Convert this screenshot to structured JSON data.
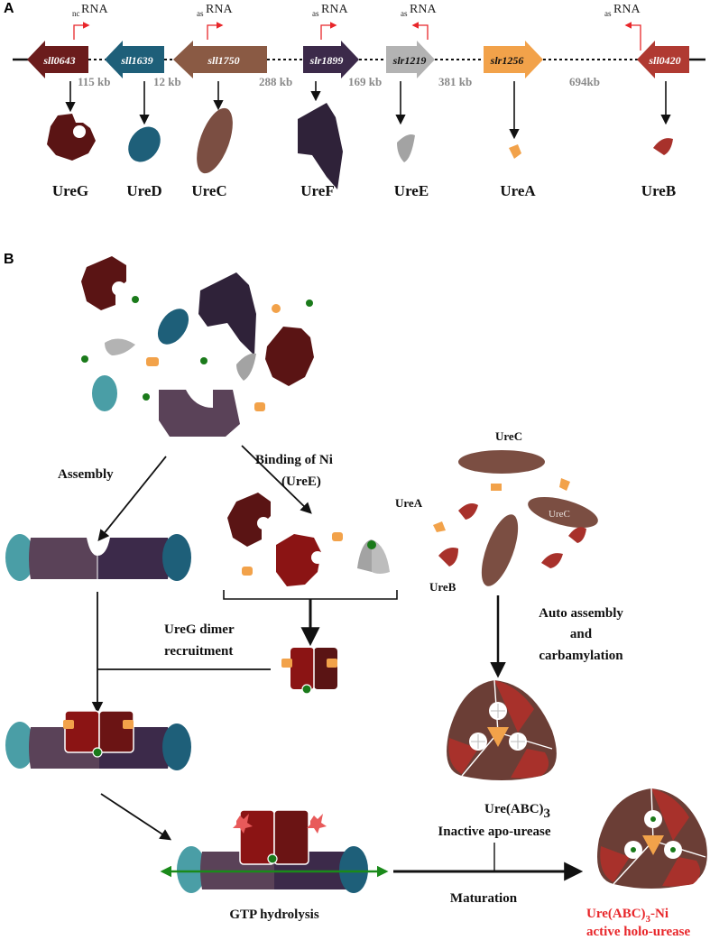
{
  "panels": {
    "a": "A",
    "b": "B"
  },
  "genes": [
    {
      "name": "sll0643",
      "protein": "UreG",
      "color": "#6b1c1c",
      "rna": "RNA",
      "rna_prefix": "nc"
    },
    {
      "name": "sll1639",
      "protein": "UreD",
      "color": "#1e5f79"
    },
    {
      "name": "sll1750",
      "protein": "UreC",
      "color": "#8a5a44",
      "rna": "RNA",
      "rna_prefix": "as"
    },
    {
      "name": "slr1899",
      "protein": "UreF",
      "color": "#3c2a4a",
      "rna": "RNA",
      "rna_prefix": "as"
    },
    {
      "name": "slr1219",
      "protein": "UreE",
      "color": "#b3b3b3",
      "rna": "RNA",
      "rna_prefix": "as"
    },
    {
      "name": "slr1256",
      "protein": "UreA",
      "color": "#f2a24a"
    },
    {
      "name": "sll0420",
      "protein": "UreB",
      "color": "#b03a32",
      "rna": "RNA",
      "rna_prefix": "as"
    }
  ],
  "distances": [
    "115 kb",
    "12 kb",
    "288 kb",
    "169 kb",
    "381 kb",
    "694kb"
  ],
  "labels": {
    "assembly": "Assembly",
    "binding_line1": "Binding of  Ni",
    "binding_line2": "(UreE)",
    "urec_top": "UreC",
    "urec_inner": "UreC",
    "urea": "UreA",
    "ureb": "UreB",
    "ureg_dimer_line1": "UreG dimer",
    "ureg_dimer_line2": "recruitment",
    "auto_line1": "Auto assembly",
    "auto_line2": "and",
    "auto_line3": "carbamylation",
    "apo_line1": "Ure(ABC)",
    "apo_sub": "3",
    "apo_line2": "Inactive apo-urease",
    "maturation": "Maturation",
    "gtp": "GTP hydrolysis",
    "holo_line1_a": "Ure(ABC)",
    "holo_sub": "3",
    "holo_line1_b": "-Ni",
    "holo_line2": "active holo-urease"
  },
  "colors": {
    "ureg": "#6b1c1c",
    "ureg_red": "#8b1414",
    "ured": "#1e5f79",
    "ured_light": "#4a9ea6",
    "urec": "#7b4e42",
    "uref": "#3c2a4a",
    "uref_light": "#5a4258",
    "uree": "#b3b3b3",
    "urea": "#f2a24a",
    "ureb": "#b03a32",
    "nickel": "#1a7a1a",
    "active_text": "#e8262a"
  }
}
